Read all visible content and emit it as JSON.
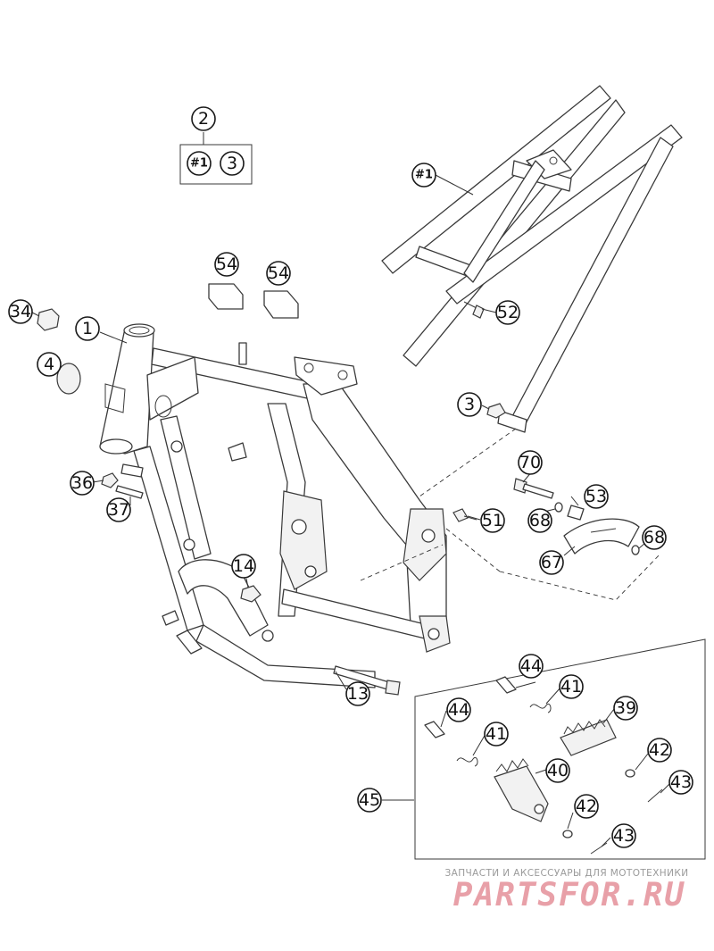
{
  "callouts": {
    "c2": "2",
    "c1a": "#1",
    "c3a": "3",
    "c1b": "#1",
    "c54a": "54",
    "c54b": "54",
    "c52": "52",
    "c34": "34",
    "c1": "1",
    "c4": "4",
    "c3b": "3",
    "c70": "70",
    "c36": "36",
    "c53": "53",
    "c37": "37",
    "c51": "51",
    "c68a": "68",
    "c68b": "68",
    "c67": "67",
    "c14": "14",
    "c44a": "44",
    "c41a": "41",
    "c39": "39",
    "c13": "13",
    "c44b": "44",
    "c41b": "41",
    "c40": "40",
    "c42a": "42",
    "c43a": "43",
    "c45": "45",
    "c42b": "42",
    "c43b": "43"
  },
  "watermark": {
    "line": "ЗАПЧАСТИ И АКСЕССУАРЫ ДЛЯ МОТОТЕХНИКИ",
    "logo": "PARTSFOR.RU"
  }
}
